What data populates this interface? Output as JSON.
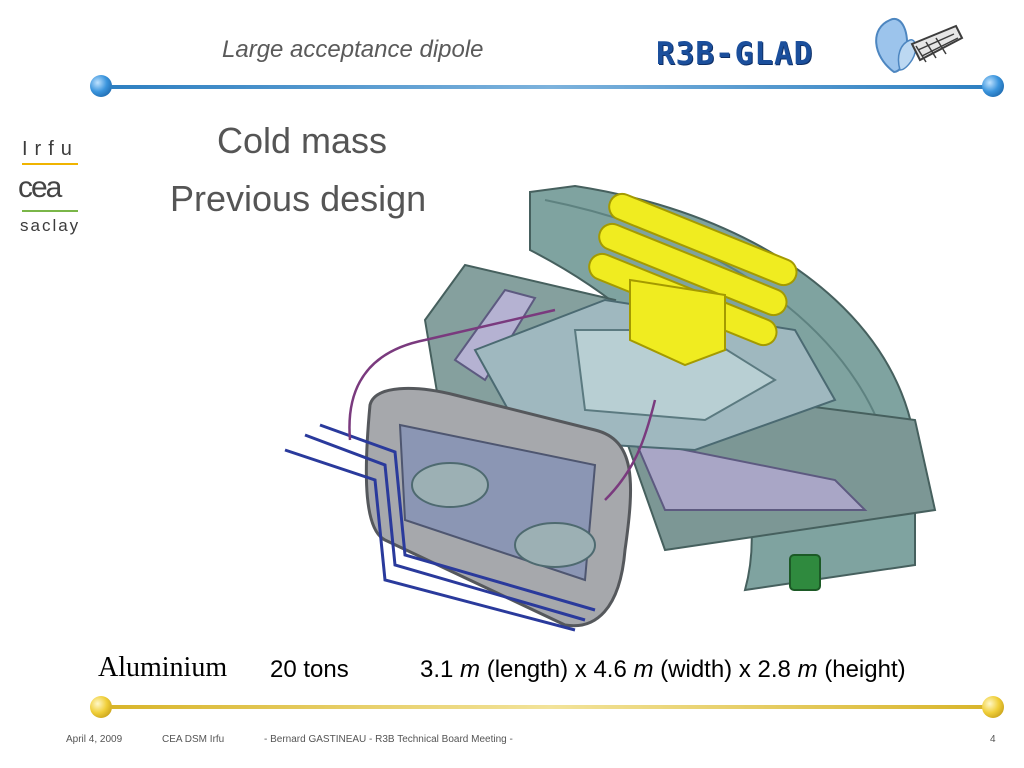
{
  "header": {
    "title": "Large acceptance dipole",
    "logo_text": "R3B-GLAD"
  },
  "sidebar_logos": {
    "lab": "Irfu",
    "agency": "cea",
    "site": "saclay"
  },
  "slide": {
    "title_line1": "Cold mass",
    "title_line2": "Previous design",
    "material": "Aluminium",
    "mass": "20 tons",
    "length_value": "3.1",
    "length_unit": "m",
    "length_label": "(length) x",
    "width_value": "4.6",
    "width_unit": "m",
    "width_label": "(width) x",
    "height_value": "2.8",
    "height_unit": "m",
    "height_label": "(height)"
  },
  "footer": {
    "date": "April  4, 2009",
    "org": "CEA DSM Irfu",
    "meeting": "-  Bernard GASTINEAU  -  R3B Technical Board Meeting  -",
    "page": "4"
  },
  "colors": {
    "header_rule": "#2d7fc1",
    "footer_rule": "#d8b52a",
    "logo_text": "#1b4f9c"
  },
  "icons": {
    "header_art": "butterfly-icon",
    "figure": "cold-mass-cad-render"
  }
}
